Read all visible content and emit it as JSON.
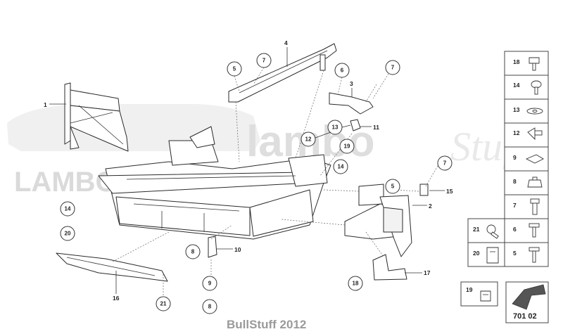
{
  "watermark": {
    "brand_a": "lambo",
    "brand_b": "Stuff",
    "brand_url": "LAMBOSTUFF.COM"
  },
  "callouts": {
    "c1": "1",
    "c2": "2",
    "c3": "3",
    "c4": "4",
    "c5a": "5",
    "c5b": "5",
    "c6": "6",
    "c7a": "7",
    "c7b": "7",
    "c7c": "7",
    "c8a": "8",
    "c8b": "8",
    "c9": "9",
    "c10": "10",
    "c11": "11",
    "c12": "12",
    "c13": "13",
    "c14a": "14",
    "c14b": "14",
    "c15": "15",
    "c16": "16",
    "c17": "17",
    "c18": "18",
    "c19": "19",
    "c20": "20",
    "c21": "21"
  },
  "legend": {
    "items": [
      "18",
      "14",
      "13",
      "12",
      "9",
      "8",
      "7",
      "6",
      "5",
      "21",
      "20",
      "19"
    ]
  },
  "catalog_code": "701 02",
  "footer": "BullStuff 2012"
}
